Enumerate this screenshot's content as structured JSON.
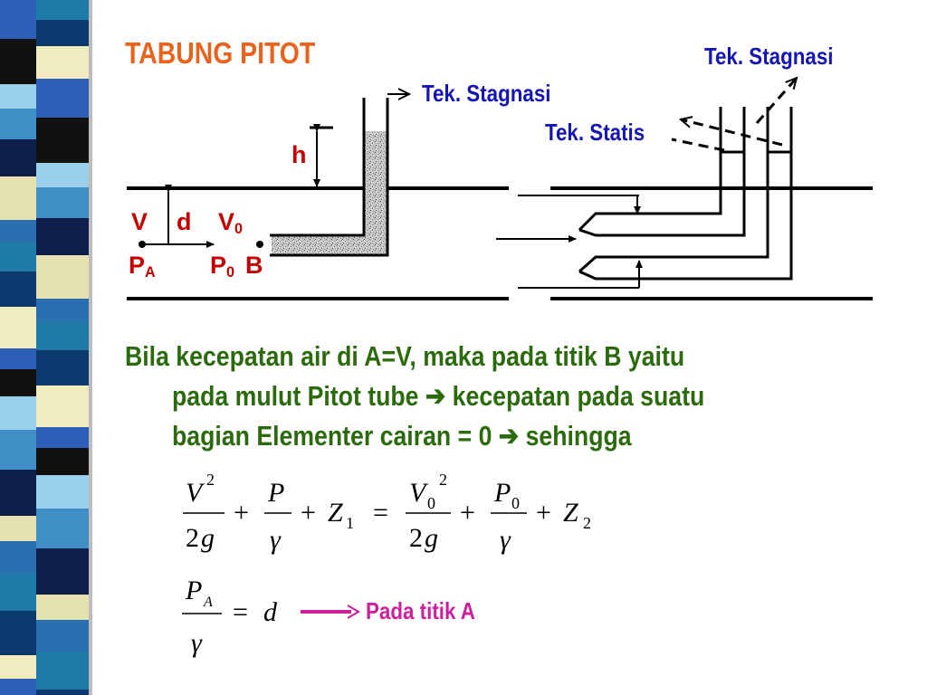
{
  "title": "TABUNG PITOT",
  "diagram": {
    "label_stagnasi_left": "Tek. Stagnasi",
    "label_stagnasi_right": "Tek. Stagnasi",
    "label_statis": "Tek. Statis",
    "label_h": "h",
    "label_v": "V",
    "label_d": "d",
    "label_v0_main": "V",
    "label_v0_sub": "0",
    "label_pa_main": "P",
    "label_pa_sub": "A",
    "label_p0_main": "P",
    "label_p0_sub": "0",
    "label_b": "B"
  },
  "paragraph": {
    "line1": "Bila kecepatan air di A=V, maka pada titik B yaitu",
    "line2a": "pada mulut Pitot tube ",
    "line2b": " kecepatan pada suatu",
    "line3a": "bagian Elementer cairan = 0 ",
    "line3b": " sehingga"
  },
  "equation1": {
    "V": "V",
    "exp2a": "2",
    "den2g_a": "2",
    "g_a": "g",
    "P": "P",
    "gamma_a": "γ",
    "plus1": "+",
    "plus2": "+",
    "Z1": "Z",
    "sub1": "1",
    "eq": "=",
    "V0": "V",
    "sub0a": "0",
    "exp2b": "2",
    "den2g_b": "2",
    "g_b": "g",
    "plus3": "+",
    "P0": "P",
    "sub0b": "0",
    "gamma_b": "γ",
    "plus4": "+",
    "Z2": "Z",
    "sub2": "2"
  },
  "equation2": {
    "P": "P",
    "subA": "A",
    "gamma": "γ",
    "eq": "=",
    "d": "d",
    "note": "Pada titik A"
  },
  "colors": {
    "title": "#e8641e",
    "label_blue": "#1515b4",
    "label_red": "#c40000",
    "paragraph": "#2b6b0e",
    "note": "#cc1f9c",
    "arrow": "#cc1f9c"
  }
}
